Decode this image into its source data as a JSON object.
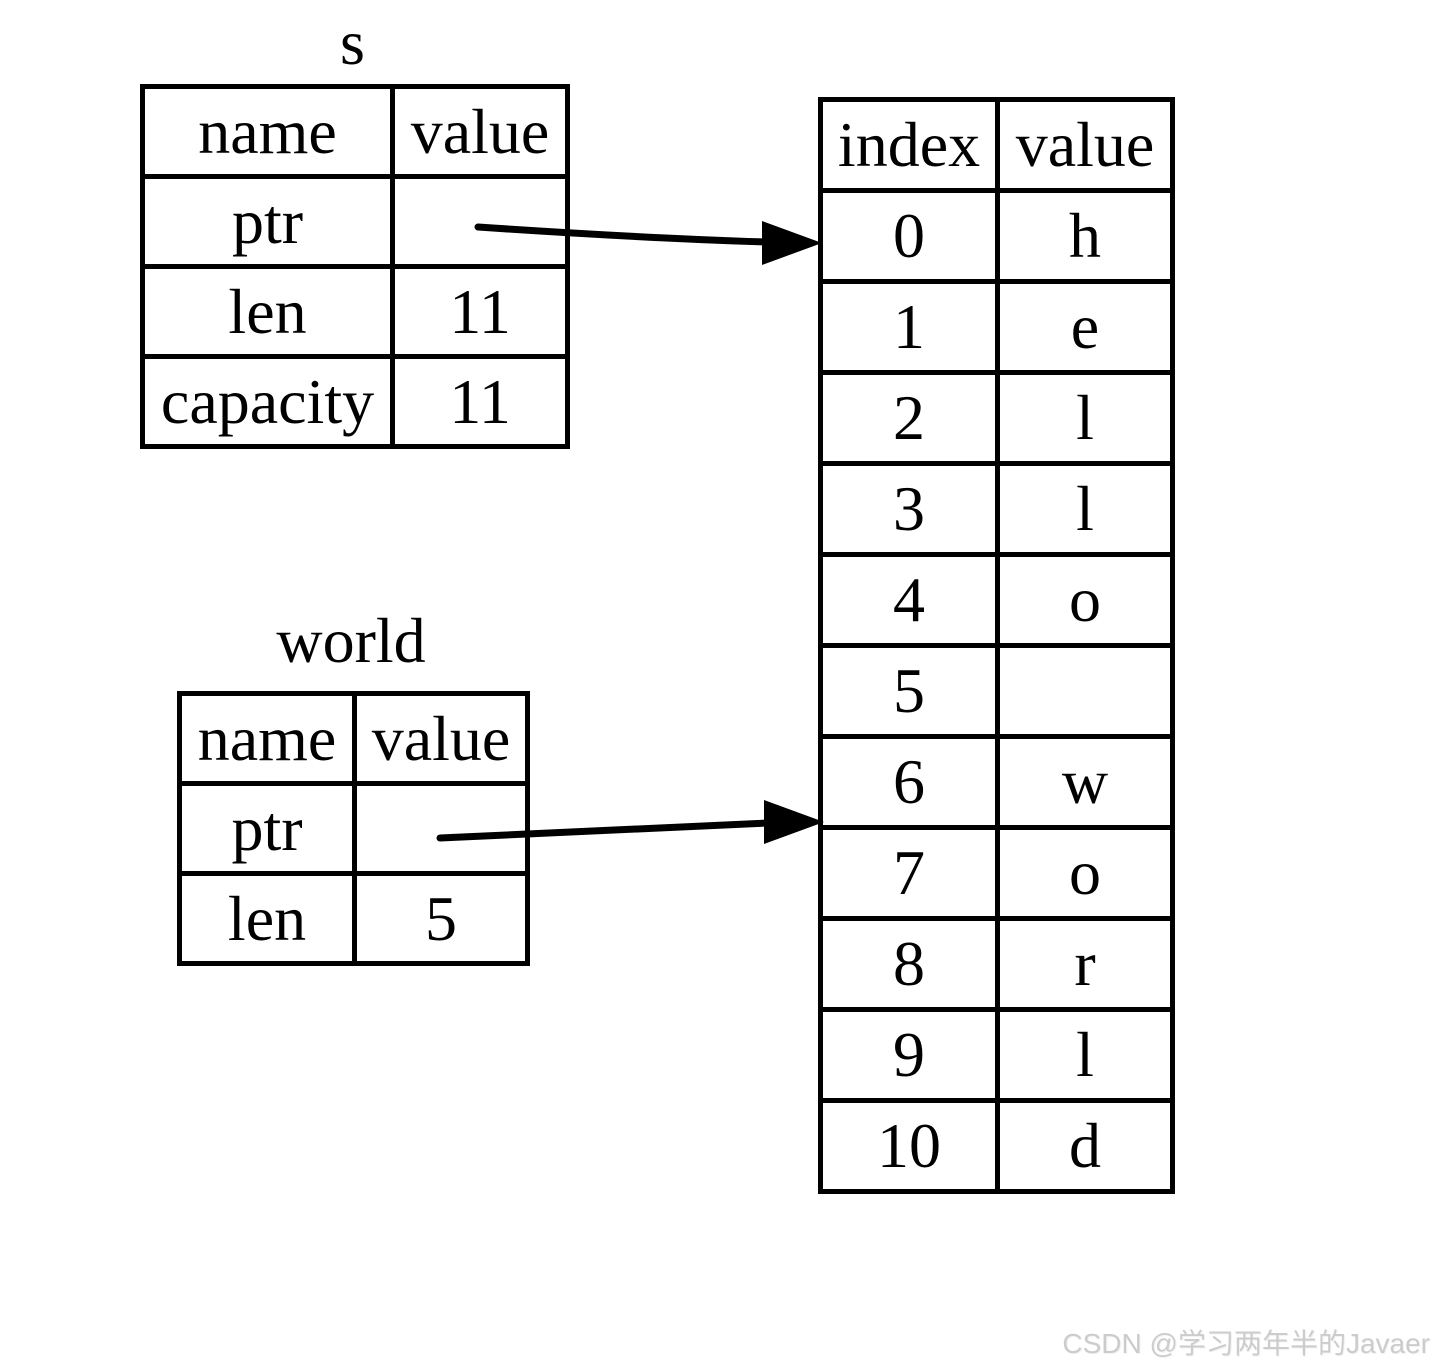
{
  "page": {
    "background": "#ffffff",
    "line_color": "#000000",
    "text_color": "#000000"
  },
  "s_table": {
    "title": "s",
    "headers": [
      "name",
      "value"
    ],
    "rows": [
      {
        "name": "ptr",
        "value": ""
      },
      {
        "name": "len",
        "value": "11"
      },
      {
        "name": "capacity",
        "value": "11"
      }
    ]
  },
  "world_table": {
    "title": "world",
    "headers": [
      "name",
      "value"
    ],
    "rows": [
      {
        "name": "ptr",
        "value": ""
      },
      {
        "name": "len",
        "value": "5"
      }
    ]
  },
  "heap_table": {
    "headers": [
      "index",
      "value"
    ],
    "rows": [
      {
        "index": "0",
        "value": "h"
      },
      {
        "index": "1",
        "value": "e"
      },
      {
        "index": "2",
        "value": "l"
      },
      {
        "index": "3",
        "value": "l"
      },
      {
        "index": "4",
        "value": "o"
      },
      {
        "index": "5",
        "value": ""
      },
      {
        "index": "6",
        "value": "w"
      },
      {
        "index": "7",
        "value": "o"
      },
      {
        "index": "8",
        "value": "r"
      },
      {
        "index": "9",
        "value": "l"
      },
      {
        "index": "10",
        "value": "d"
      }
    ]
  },
  "arrows": [
    {
      "name": "s-ptr-arrow",
      "from": "s.ptr",
      "to": "heap.index.0"
    },
    {
      "name": "world-ptr-arrow",
      "from": "world.ptr",
      "to": "heap.index.6"
    }
  ],
  "watermark": {
    "text": "CSDN @学习两年半的Javaer",
    "color": "#cccccc"
  }
}
